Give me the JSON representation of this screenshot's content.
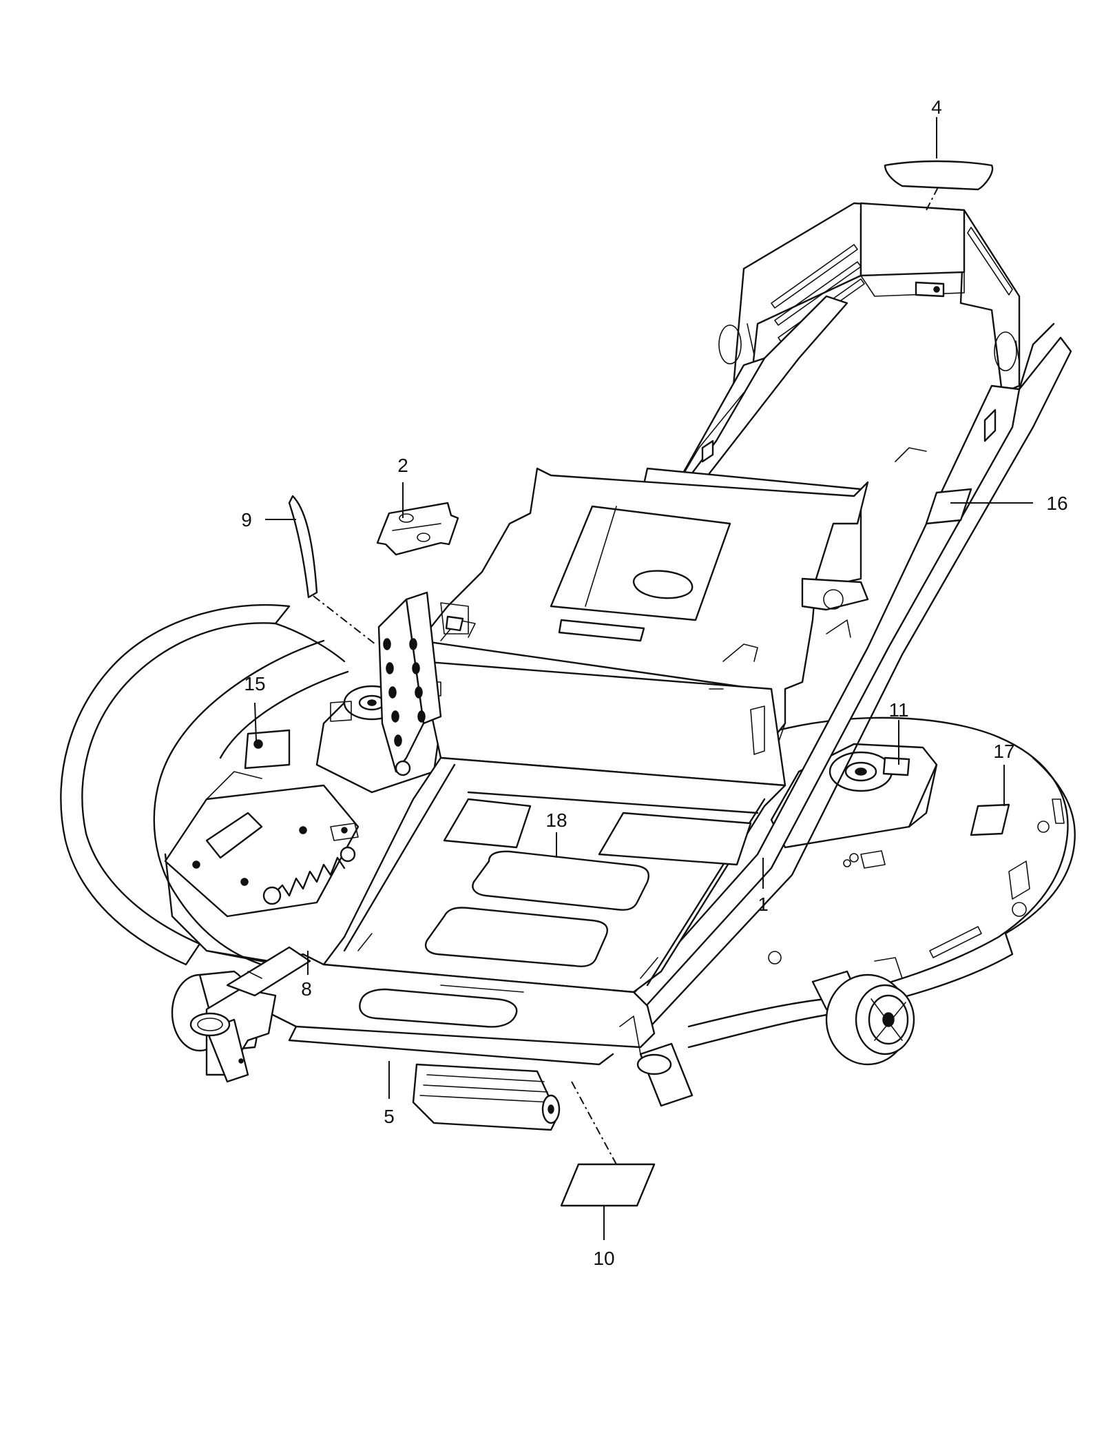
{
  "callouts": [
    {
      "id": "c1",
      "label": "1"
    },
    {
      "id": "c2",
      "label": "2"
    },
    {
      "id": "c4",
      "label": "4"
    },
    {
      "id": "c5",
      "label": "5"
    },
    {
      "id": "c8",
      "label": "8"
    },
    {
      "id": "c9",
      "label": "9"
    },
    {
      "id": "c10",
      "label": "10"
    },
    {
      "id": "c11",
      "label": "11"
    },
    {
      "id": "c15",
      "label": "15"
    },
    {
      "id": "c16",
      "label": "16"
    },
    {
      "id": "c17",
      "label": "17"
    },
    {
      "id": "c18",
      "label": "18"
    }
  ]
}
